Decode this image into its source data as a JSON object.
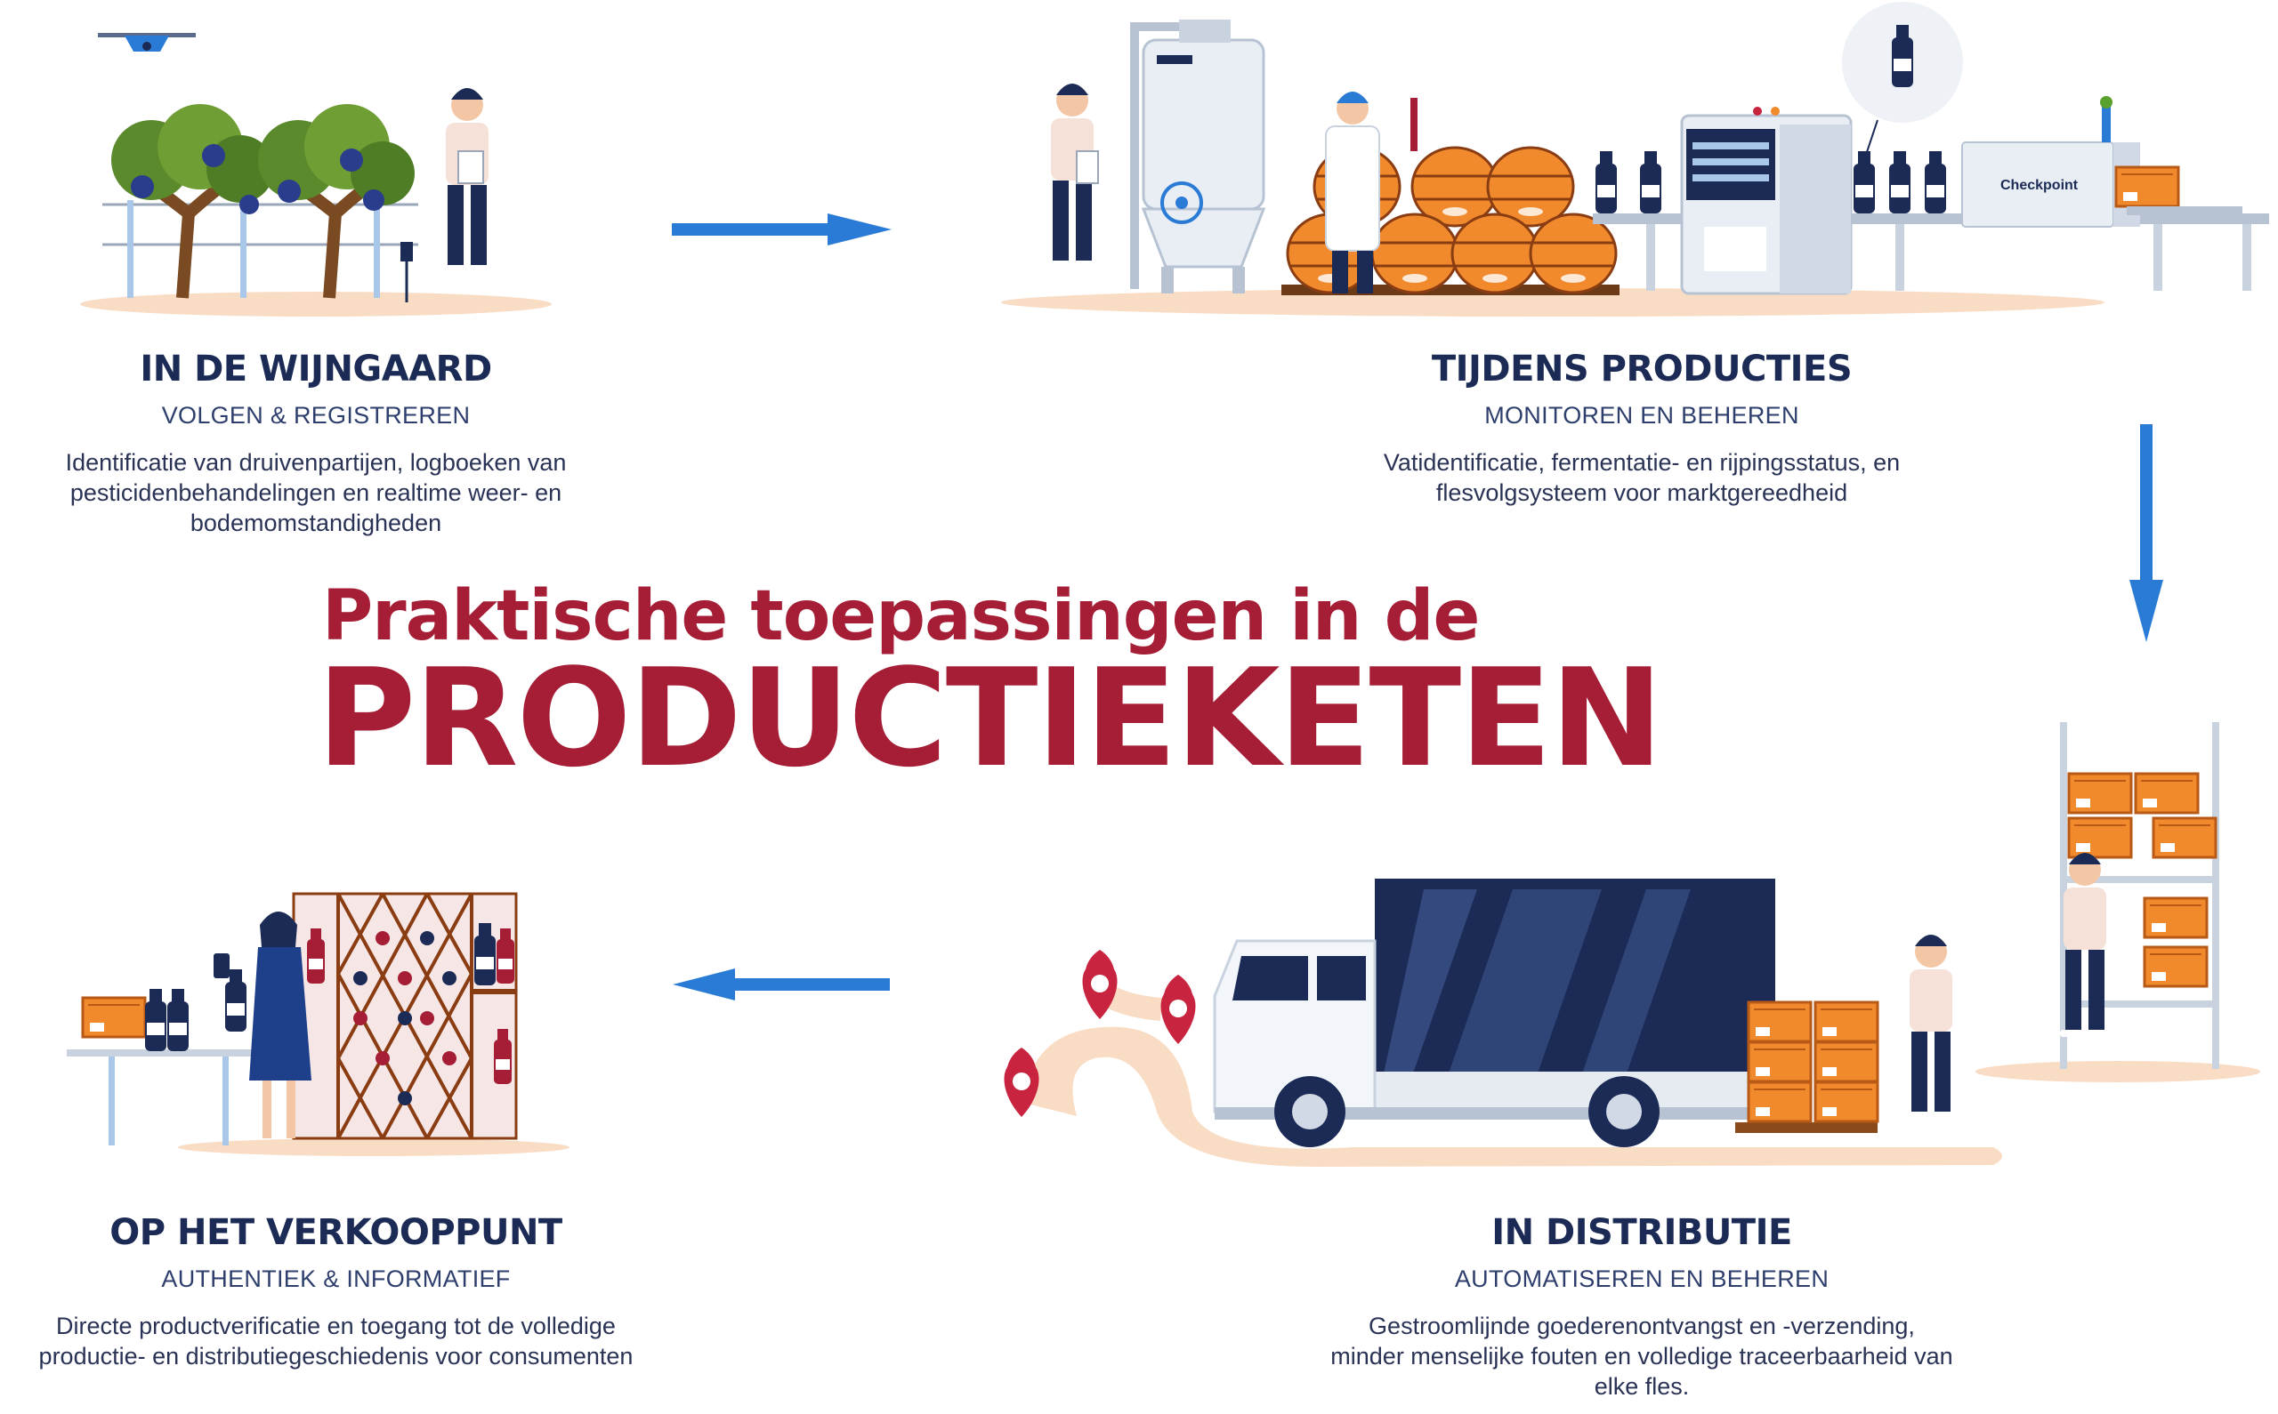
{
  "headline": {
    "line1": "Praktische toepassingen in de",
    "line2": "PRODUCTIEKETEN"
  },
  "stages": [
    {
      "title": "IN DE WIJNGAARD",
      "subtitle": "VOLGEN & REGISTREREN",
      "description_lines": [
        "Identificatie van druivenpartijen, logboeken van",
        "pesticidenbehandelingen en realtime weer- en",
        "bodemomstandigheden"
      ]
    },
    {
      "title": "TIJDENS PRODUCTIES",
      "subtitle": "MONITOREN EN BEHEREN",
      "description_lines": [
        "Vatidentificatie, fermentatie- en rijpingsstatus, en",
        "flesvolgsysteem voor marktgereedheid"
      ]
    },
    {
      "title": "IN DISTRIBUTIE",
      "subtitle": "AUTOMATISEREN EN BEHEREN",
      "description_lines": [
        "Gestroomlijnde goederenontvangst en -verzending,",
        "minder menselijke fouten en volledige traceerbaarheid van",
        "elke fles."
      ]
    },
    {
      "title": "OP HET VERKOOPPUNT",
      "subtitle": "AUTHENTIEK & INFORMATIEF",
      "description_lines": [
        "Directe productverificatie en toegang tot de volledige",
        "productie- en distributiegeschiedenis voor consumenten"
      ]
    }
  ],
  "machine_brand": "Checkpoint",
  "colors": {
    "headline": "#a51e36",
    "navy": "#1b2b55",
    "arrow": "#2a7bd6",
    "orange": "#f08a2c",
    "ground": "#f9dcc4"
  },
  "icons": [
    "drone-icon",
    "arrow-right-icon",
    "arrow-down-icon",
    "arrow-left-icon",
    "map-pin-icon"
  ]
}
